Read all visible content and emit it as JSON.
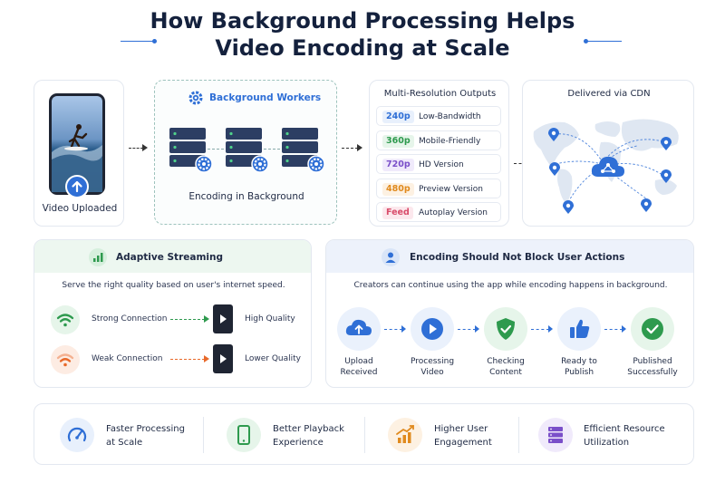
{
  "title": {
    "line1": "How Background Processing Helps",
    "line2": "Video Encoding at Scale"
  },
  "upload": {
    "label": "Video Uploaded"
  },
  "workers": {
    "title": "Background Workers",
    "caption": "Encoding in Background"
  },
  "outputs": {
    "title": "Multi-Resolution Outputs",
    "items": [
      {
        "tag": "240p",
        "desc": "Low-Bandwidth",
        "color": "#2f6fd6",
        "bg": "#e8f0fc"
      },
      {
        "tag": "360p",
        "desc": "Mobile-Friendly",
        "color": "#2e9a4e",
        "bg": "#e6f5ea"
      },
      {
        "tag": "720p",
        "desc": "HD Version",
        "color": "#7a4fc9",
        "bg": "#f0eafb"
      },
      {
        "tag": "480p",
        "desc": "Preview Version",
        "color": "#e08a1e",
        "bg": "#fdf1e2"
      },
      {
        "tag": "Feed",
        "desc": "Autoplay Version",
        "color": "#d94c6a",
        "bg": "#fce8ed"
      }
    ]
  },
  "cdn": {
    "title": "Delivered via CDN"
  },
  "adaptive": {
    "title": "Adaptive Streaming",
    "subtitle": "Serve the right quality based on user's internet speed.",
    "strong": "Strong Connection",
    "strong_quality": "High Quality",
    "weak": "Weak Connection",
    "weak_quality": "Lower Quality"
  },
  "nonblock": {
    "title": "Encoding Should Not Block User Actions",
    "subtitle": "Creators can continue using the app while encoding happens in background.",
    "steps": [
      {
        "l1": "Upload",
        "l2": "Received"
      },
      {
        "l1": "Processing",
        "l2": "Video"
      },
      {
        "l1": "Checking",
        "l2": "Content"
      },
      {
        "l1": "Ready to",
        "l2": "Publish"
      },
      {
        "l1": "Published",
        "l2": "Successfully"
      }
    ]
  },
  "benefits": [
    {
      "l1": "Faster Processing",
      "l2": "at Scale"
    },
    {
      "l1": "Better Playback",
      "l2": "Experience"
    },
    {
      "l1": "Higher User",
      "l2": "Engagement"
    },
    {
      "l1": "Efficient Resource",
      "l2": "Utilization"
    }
  ],
  "colors": {
    "accent": "#2f6fd6",
    "green": "#2e9a4e",
    "orange": "#e8692a",
    "navy": "#14213d"
  }
}
